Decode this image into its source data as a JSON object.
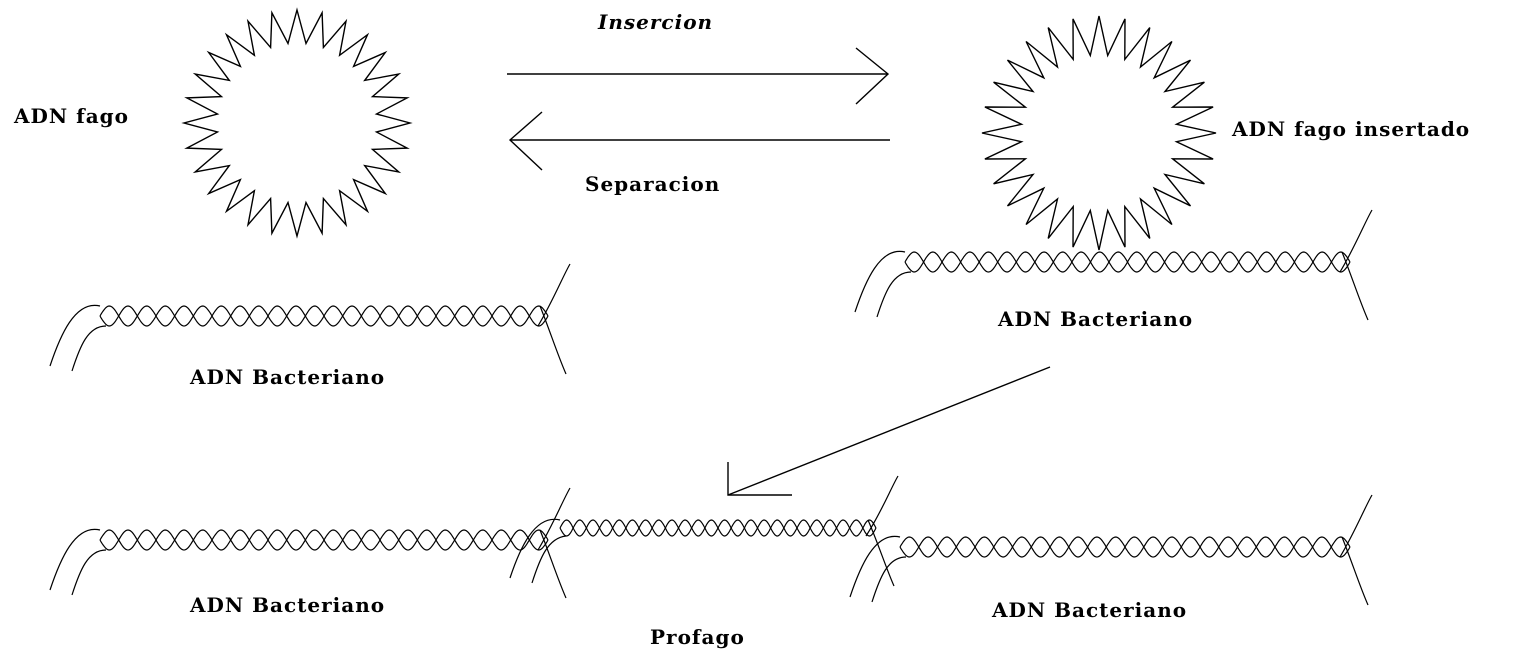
{
  "labels": {
    "phage_dna": "ADN fago",
    "insertion": "Insercion",
    "separation": "Separacion",
    "inserted_phage_dna": "ADN fago insertado",
    "bacterial_dna": "ADN Bacteriano",
    "prophage": "Profago"
  },
  "colors": {
    "ink": "#000000",
    "background": "#ffffff"
  }
}
